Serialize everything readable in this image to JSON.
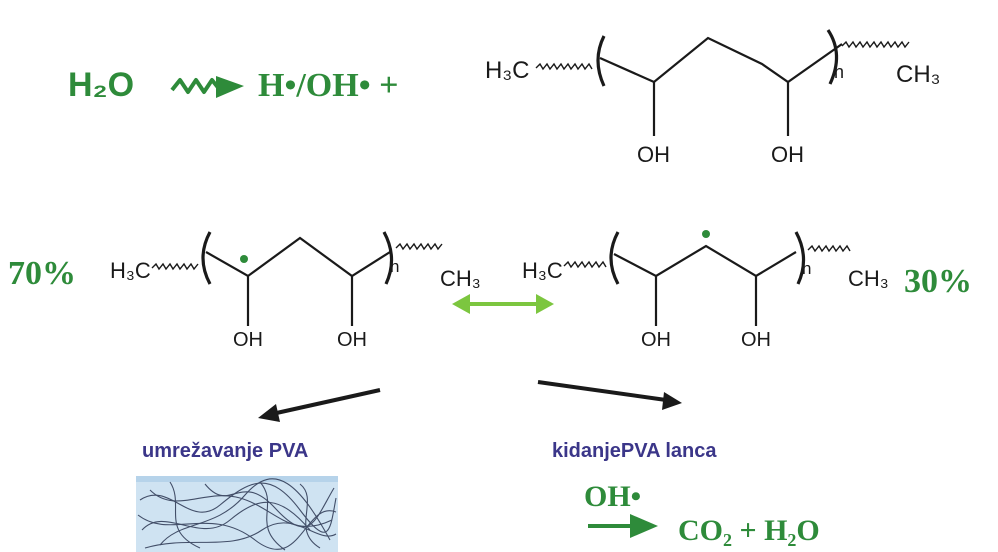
{
  "colors": {
    "green": "#2e8b3a",
    "light_green": "#7cc63f",
    "dark_text": "#1a1a1a",
    "label_purple": "#3b3689",
    "network_bg": "#cfe3f2",
    "network_line": "#2a3550"
  },
  "reaction": {
    "reactant": "H₂O",
    "products": "H•/OH• +"
  },
  "polymer_top": {
    "left_end": "H₃C",
    "right_end": "CH₃",
    "subscript": "n",
    "oh_left": "OH",
    "oh_right": "OH"
  },
  "polymer_left": {
    "percent": "70%",
    "left_end": "H₃C",
    "right_end": "CH₃",
    "subscript": "n",
    "oh_left": "OH",
    "oh_right": "OH"
  },
  "polymer_right": {
    "percent": "30%",
    "left_end": "H₃C",
    "right_end": "CH₃",
    "subscript": "n",
    "oh_left": "OH",
    "oh_right": "OH"
  },
  "pathways": {
    "crosslink_label": "umrežavanje PVA",
    "scission_label": "kidanjePVA lanca"
  },
  "oxidation": {
    "reagent": "OH•",
    "products": "CO₂ + H₂O"
  },
  "icons": [
    "wavy-arrow-icon",
    "resonance-arrow-icon",
    "radical-dot-icon",
    "reaction-arrow-icon",
    "polymer-network-image"
  ]
}
